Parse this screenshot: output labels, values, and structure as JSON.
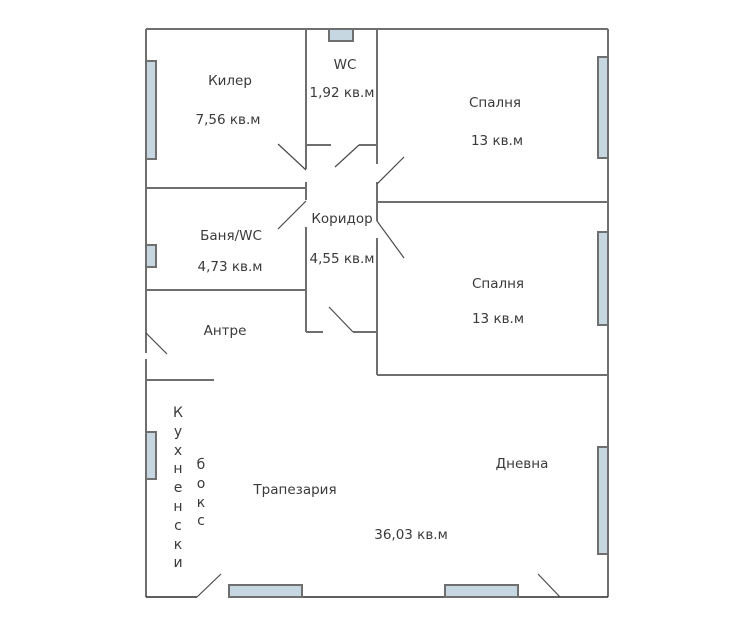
{
  "diagram": {
    "type": "floor-plan",
    "colors": {
      "wall": "#6f6f6f",
      "window_fill": "#c7d7e1",
      "text": "#3a3a3a",
      "background": "#ffffff"
    },
    "rooms": [
      {
        "id": "kiler",
        "name": "Килер",
        "area": "7,56 кв.м"
      },
      {
        "id": "wc",
        "name": "WC",
        "area": "1,92 кв.м"
      },
      {
        "id": "bedroom1",
        "name": "Спалня",
        "area": "13 кв.м"
      },
      {
        "id": "bath",
        "name": "Баня/WC",
        "area": "4,73 кв.м"
      },
      {
        "id": "corridor",
        "name": "Коридор",
        "area": "4,55 кв.м"
      },
      {
        "id": "bedroom2",
        "name": "Спалня",
        "area": "13 кв.м"
      },
      {
        "id": "entrance",
        "name": "Антре"
      },
      {
        "id": "kitchen",
        "name": "Кухненски",
        "name2": "бокс"
      },
      {
        "id": "dining",
        "name": "Трапезария",
        "area": "36,03 кв.м"
      },
      {
        "id": "living",
        "name": "Дневна"
      }
    ]
  }
}
